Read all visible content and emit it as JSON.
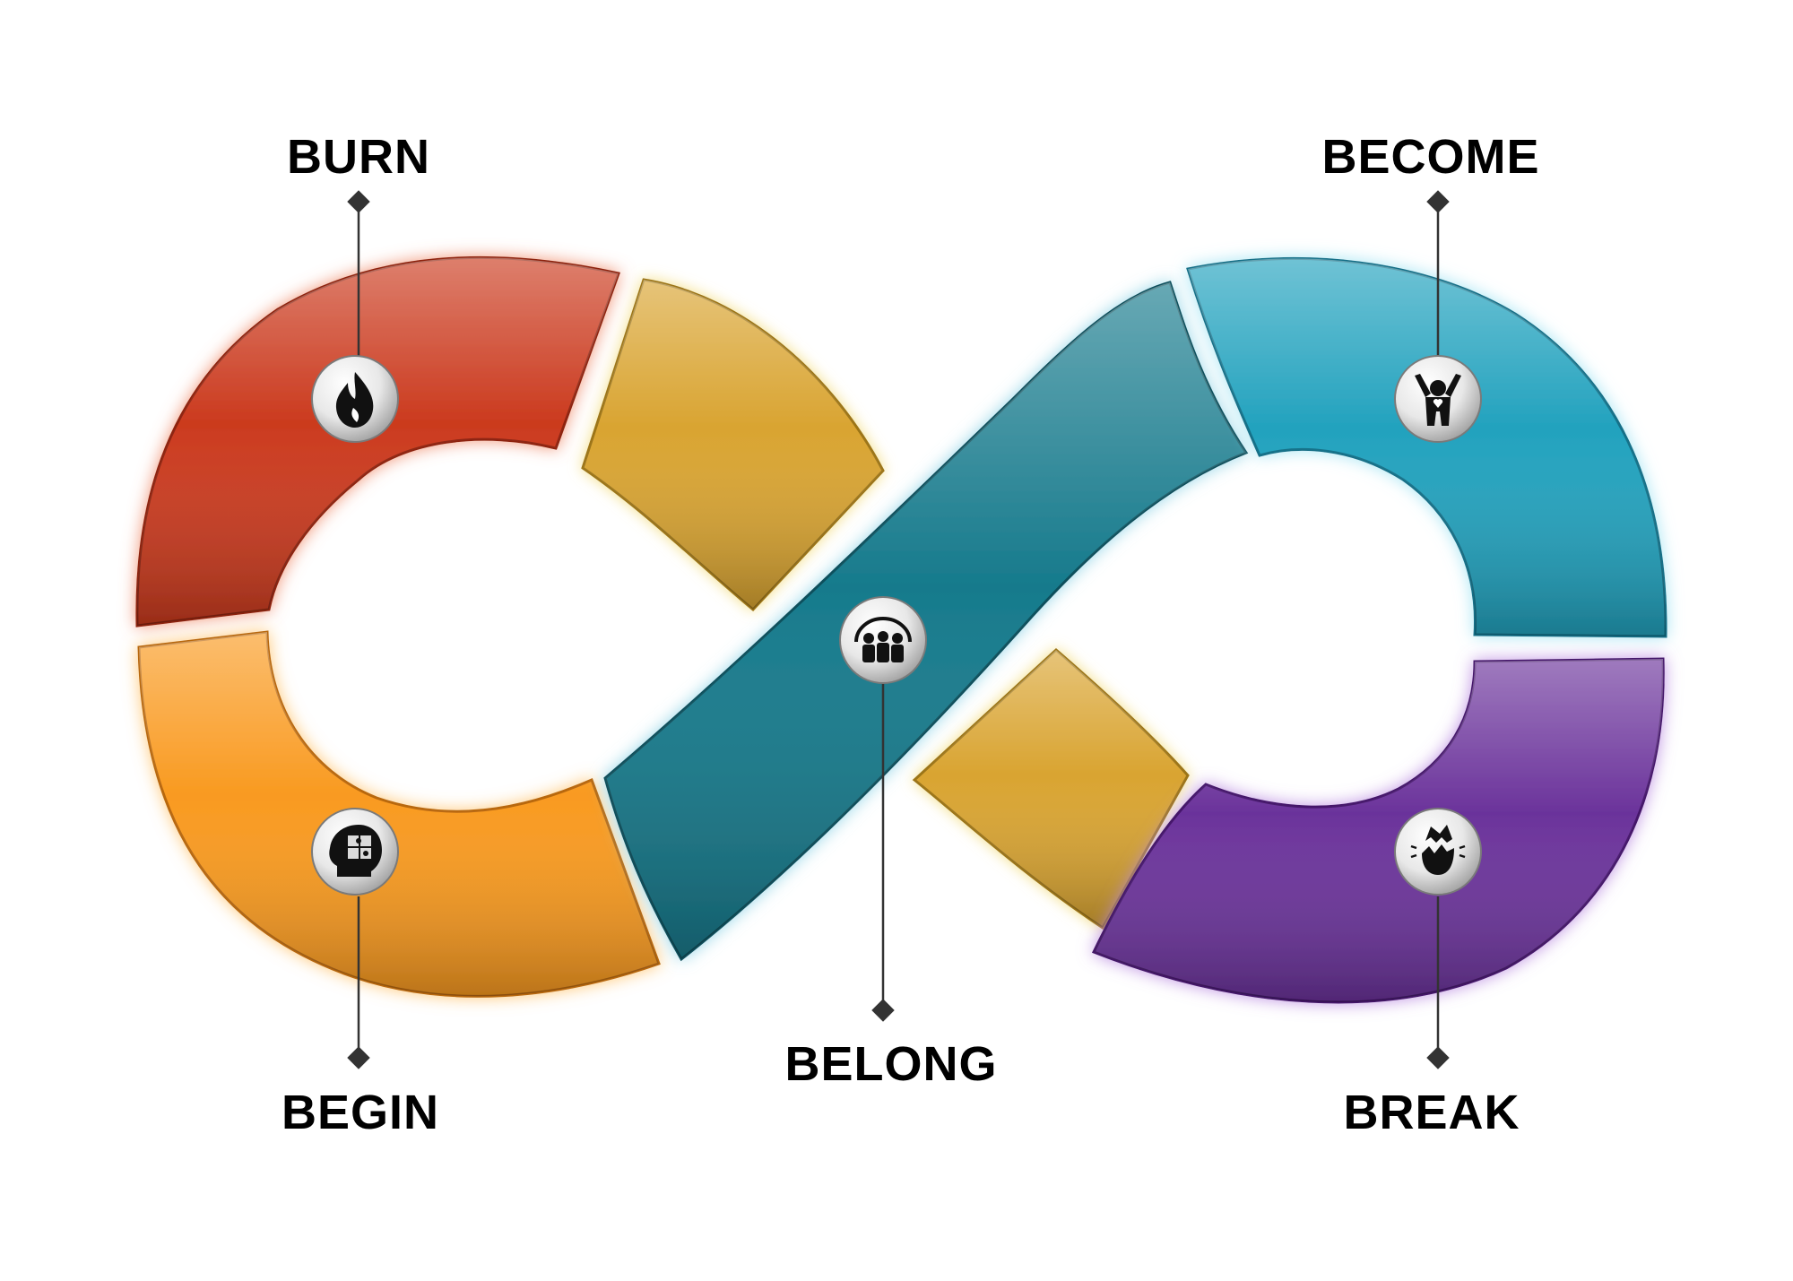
{
  "stages": {
    "burn": {
      "label": "BURN",
      "icon": "flame-icon",
      "color": "#cb3a1e"
    },
    "become": {
      "label": "BECOME",
      "icon": "raised-arms-person-icon",
      "color": "#22a2be"
    },
    "begin": {
      "label": "BEGIN",
      "icon": "head-puzzle-icon",
      "color": "#f99a20"
    },
    "belong": {
      "label": "BELONG",
      "icon": "group-people-icon",
      "color": "#167a8c"
    },
    "break": {
      "label": "BREAK",
      "icon": "breaking-egg-icon",
      "color": "#6b339b"
    }
  },
  "connector_color": "#d9a431"
}
